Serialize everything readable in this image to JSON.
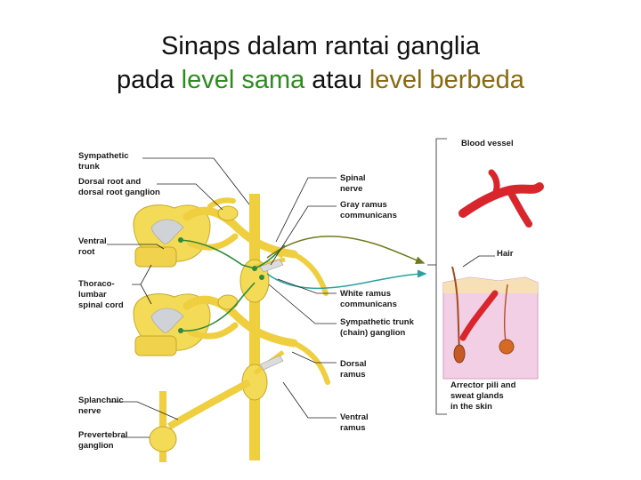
{
  "title": {
    "line1": "Sinaps dalam rantai ganglia",
    "line2_prefix": "pada ",
    "line2_green": "level sama",
    "line2_middle": " atau ",
    "line2_olive": "level berbeda"
  },
  "colors": {
    "green_text": "#2e8b1f",
    "olive_text": "#8a6a10",
    "nerve_yellow": "#f2d64a",
    "preganglionic_fiber": "#2e8b3a",
    "postganglionic_fiber": "#8a8a2a",
    "white_ramus_fiber": "#2aa0a0",
    "blood_vessel": "#d8262c",
    "skin": "#f3cfe6"
  },
  "labels": {
    "sympathetic_trunk": [
      "Sympathetic",
      "trunk"
    ],
    "dorsal_root": [
      "Dorsal root and",
      "dorsal root ganglion"
    ],
    "ventral_root": [
      "Ventral",
      "root"
    ],
    "thoracolumbar": [
      "Thoraco-",
      "lumbar",
      "spinal cord"
    ],
    "splanchnic": [
      "Splanchnic",
      "nerve"
    ],
    "prevertebral": [
      "Prevertebral",
      "ganglion"
    ],
    "spinal_nerve": [
      "Spinal",
      "nerve"
    ],
    "gray_ramus": [
      "Gray ramus",
      "communicans"
    ],
    "white_ramus": [
      "White ramus",
      "communicans"
    ],
    "trunk_ganglion": [
      "Sympathetic trunk",
      "(chain) ganglion"
    ],
    "dorsal_ramus": [
      "Dorsal",
      "ramus"
    ],
    "ventral_ramus": [
      "Ventral",
      "ramus"
    ],
    "blood_vessel": [
      "Blood vessel"
    ],
    "hair": [
      "Hair"
    ],
    "arrector": [
      "Arrector pili and",
      "sweat glands",
      "in the skin"
    ]
  }
}
